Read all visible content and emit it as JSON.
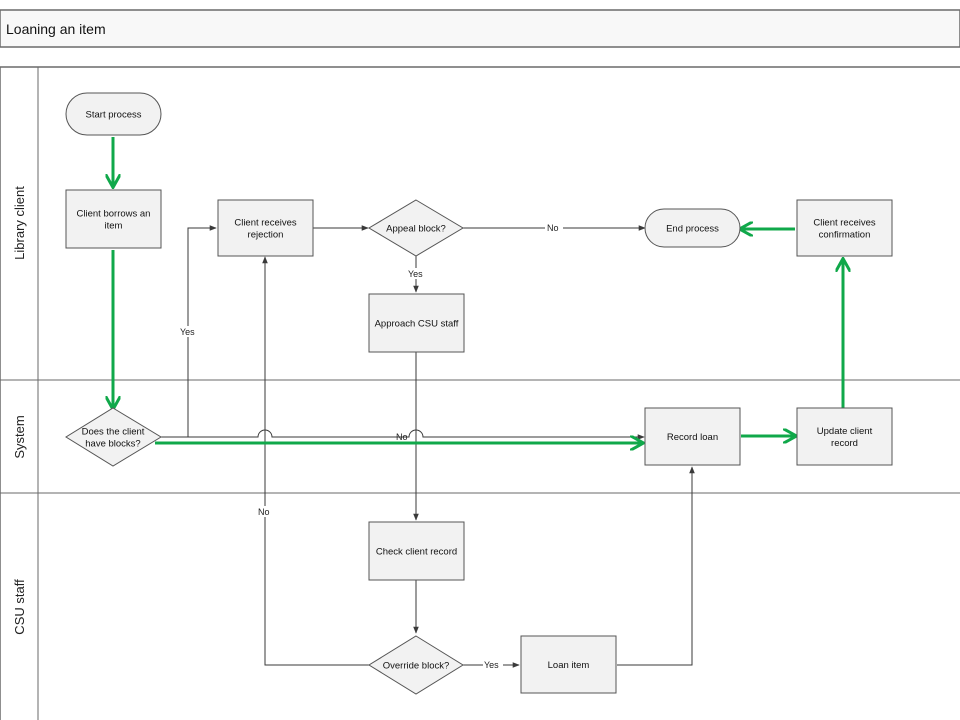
{
  "title": "Loaning an item",
  "lanes": [
    "Library client",
    "System",
    "CSU staff"
  ],
  "nodes": {
    "start": [
      "Start process"
    ],
    "borrow": [
      "Client borrows an",
      "item"
    ],
    "rejection": [
      "Client receives",
      "rejection"
    ],
    "appeal": [
      "Appeal block?"
    ],
    "end": [
      "End process"
    ],
    "confirmation": [
      "Client receives",
      "confirmation"
    ],
    "approach": [
      "Approach CSU staff"
    ],
    "hasBlocks": [
      "Does the client",
      "have blocks?"
    ],
    "recordLoan": [
      "Record loan"
    ],
    "updateRecord": [
      "Update client",
      "record"
    ],
    "checkRecord": [
      "Check client record"
    ],
    "override": [
      "Override block?"
    ],
    "loanItem": [
      "Loan item"
    ]
  },
  "edge_labels": {
    "appeal_no": "No",
    "appeal_yes": "Yes",
    "blocks_yes": "Yes",
    "blocks_no": "No",
    "override_no": "No",
    "override_yes": "Yes"
  },
  "colors": {
    "highlight": "#10a84a",
    "shape_fill": "#f2f2f2",
    "shape_stroke": "#555555",
    "connector": "#3a3a3a"
  }
}
